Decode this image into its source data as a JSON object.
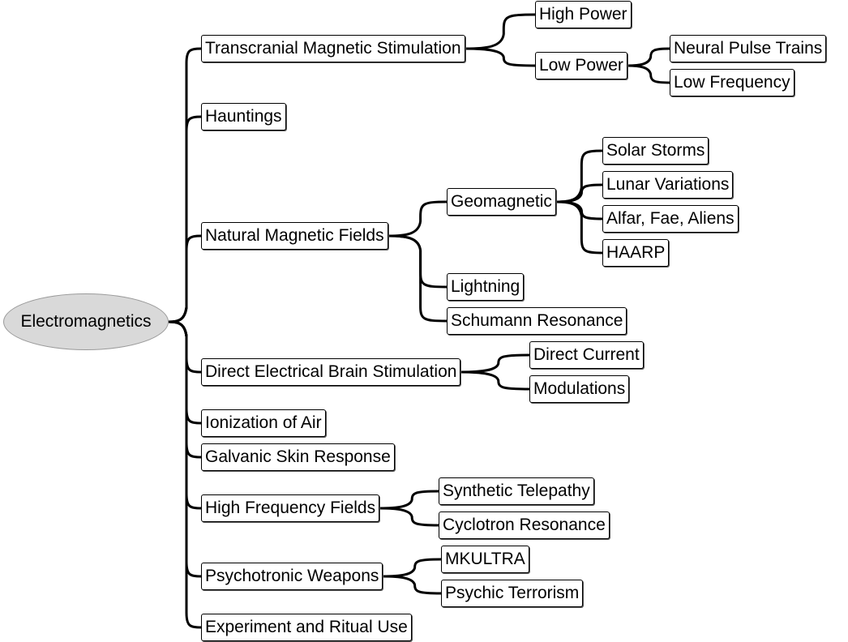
{
  "root": "Electromagnetics",
  "nodes": {
    "tms": "Transcranial Magnetic Stimulation",
    "high_power": "High Power",
    "low_power": "Low Power",
    "neural_pulse": "Neural Pulse Trains",
    "low_frequency": "Low Frequency",
    "hauntings": "Hauntings",
    "natural_fields": "Natural Magnetic Fields",
    "geomagnetic": "Geomagnetic",
    "solar_storms": "Solar Storms",
    "lunar": "Lunar Variations",
    "alfar": "Alfar, Fae, Aliens",
    "haarp": "HAARP",
    "lightning": "Lightning",
    "schumann": "Schumann Resonance",
    "debs": "Direct Electrical Brain Stimulation",
    "direct_current": "Direct Current",
    "modulations": "Modulations",
    "ionization": "Ionization of Air",
    "galvanic": "Galvanic Skin Response",
    "hf_fields": "High Frequency Fields",
    "synthetic_telepathy": "Synthetic Telepathy",
    "cyclotron": "Cyclotron Resonance",
    "psychotronic": "Psychotronic Weapons",
    "mkultra": "MKULTRA",
    "psychic_terrorism": "Psychic Terrorism",
    "experiment": "Experiment and Ritual Use"
  },
  "colors": {
    "root_fill": "#d9d9d9",
    "connector": "#000000"
  }
}
